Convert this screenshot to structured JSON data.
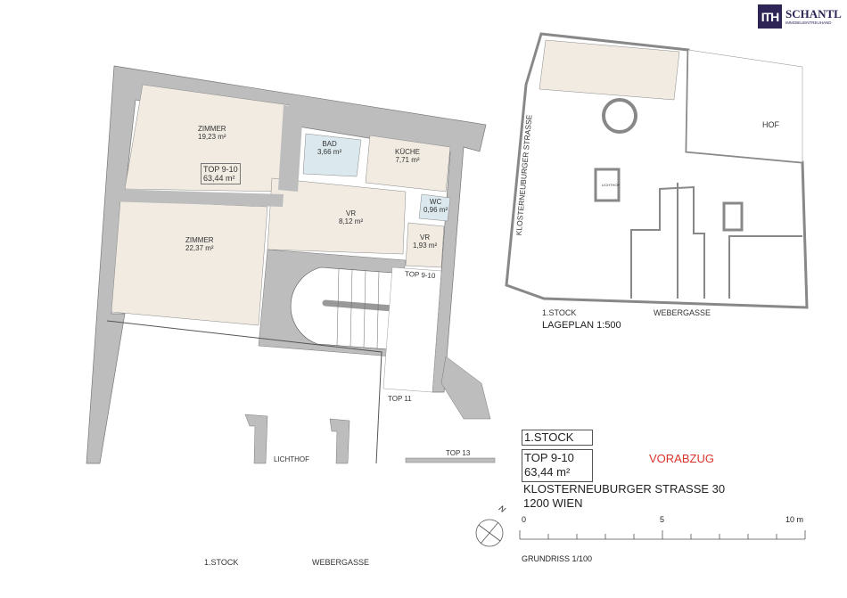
{
  "logo": {
    "mark": "ITH",
    "name": "SCHANTL",
    "tagline": "IMMOBILIENTREUHAND",
    "color": "#2e2556"
  },
  "plan": {
    "rooms": [
      {
        "name": "ZIMMER",
        "area": "19,23 m²"
      },
      {
        "name": "BAD",
        "area": "3,66 m²"
      },
      {
        "name": "KÜCHE",
        "area": "7,71 m²"
      },
      {
        "name": "WC",
        "area": "0,96 m²"
      },
      {
        "name": "VR",
        "area": "8,12 m²"
      },
      {
        "name": "ZIMMER",
        "area": "22,37 m²"
      },
      {
        "name": "VR",
        "area": "1,93 m²"
      }
    ],
    "unit_tag": {
      "name": "TOP 9-10",
      "area": "63,44 m²"
    },
    "stair_label": "TOP 9-10",
    "top11": "TOP 11",
    "top13": "TOP 13",
    "lichthof": "LICHTHOF",
    "floor": "1.STOCK",
    "street": "WEBERGASSE"
  },
  "site": {
    "street_left": "KLOSTERNEUBURGER STRASSE",
    "hof": "HOF",
    "floor": "1.STOCK",
    "street_bottom": "WEBERGASSE",
    "title": "LAGEPLAN 1:500",
    "lichthof": "LICHTHOF"
  },
  "info": {
    "floor": "1.STOCK",
    "unit": "TOP 9-10",
    "area": "63,44 m²",
    "status": "VORABZUG",
    "status_color": "#d9342b",
    "address": "KLOSTERNEUBURGER STRASSE 30",
    "city": "1200 WIEN",
    "scale_ticks": [
      "0",
      "5",
      "10 m"
    ],
    "scale_label": "GRUNDRISS 1/100",
    "north": "N"
  },
  "colors": {
    "wall": "#bdbdbd",
    "room": "#f1ebe2",
    "wet": "#dbe9ee"
  }
}
